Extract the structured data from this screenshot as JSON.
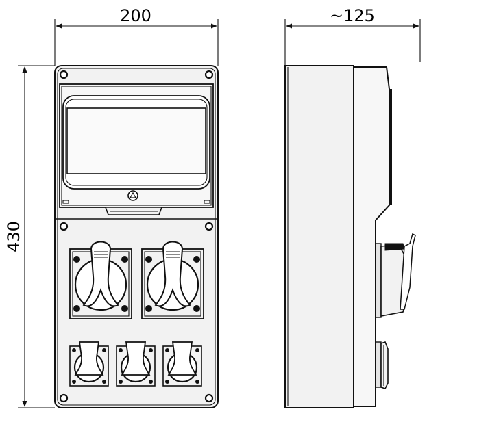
{
  "dimensions": {
    "width": "200",
    "depth": "~125",
    "height": "430"
  },
  "colors": {
    "line": "#111111",
    "fill_light": "#f2f2f2",
    "fill_mid": "#e4e4e4",
    "fill_dark": "#111111",
    "background": "#ffffff"
  }
}
